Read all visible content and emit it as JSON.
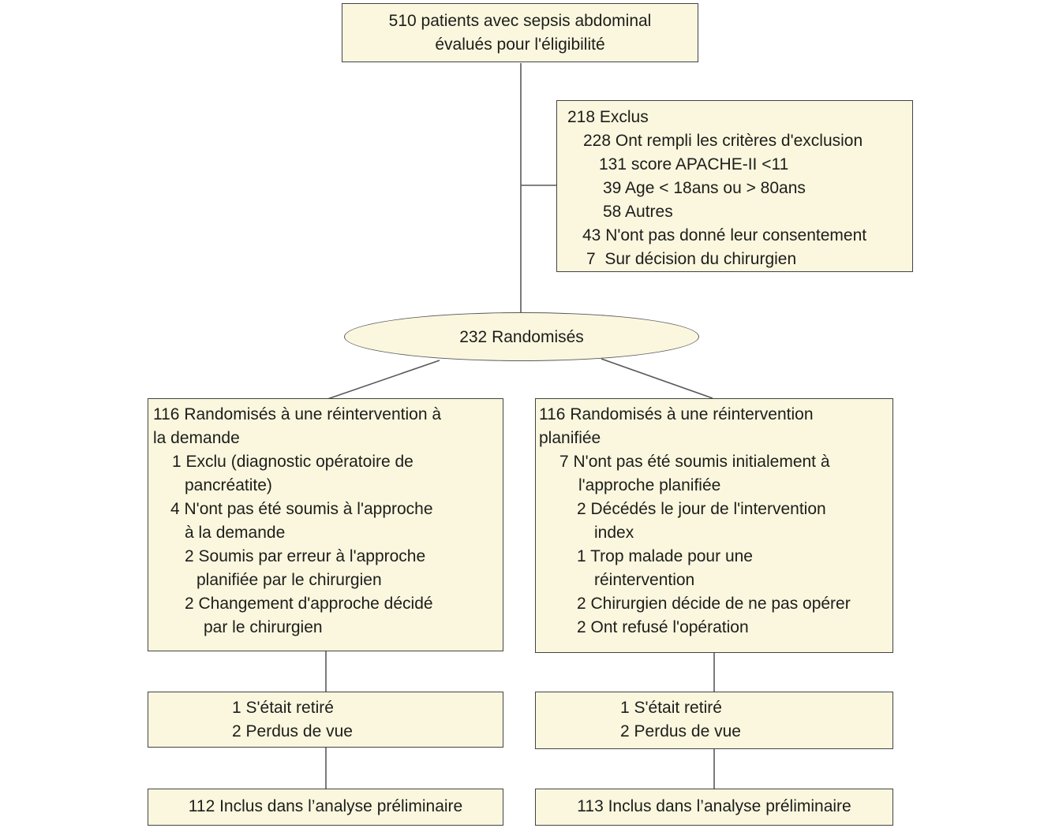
{
  "colors": {
    "background": "#ffffff",
    "box_fill": "#faf7de",
    "box_border": "#434346",
    "connector_line": "#59595c",
    "text": "#1d1d1b"
  },
  "boxes": {
    "eligibility": {
      "lines": [
        "510 patients avec sepsis abdominal",
        "évalués pour l'éligibilité"
      ]
    },
    "exclusion": {
      "lines": [
        "218 Exclus",
        "228 Ont rempli les critères d'exclusion",
        "131 score APACHE-II <11",
        "39 Age < 18ans ou > 80ans",
        "58 Autres",
        "43 N'ont pas donné leur consentement",
        "7  Sur décision du chirurgien"
      ]
    },
    "randomized": {
      "label": "232 Randomisés"
    },
    "on_demand_arm": {
      "lines": [
        "116 Randomisés à une réintervention à",
        "la demande",
        "1 Exclu (diagnostic opératoire de",
        "pancréatite)",
        "4 N'ont pas été soumis à l'approche",
        "à la demande",
        "2 Soumis par erreur à l'approche",
        "planifiée par le chirurgien",
        "2 Changement d'approche décidé",
        "par le chirurgien"
      ]
    },
    "planned_arm": {
      "lines": [
        "116 Randomisés à une réintervention",
        "planifiée",
        "7 N'ont pas été soumis initialement à",
        "l'approche planifiée",
        "2 Décédés le jour de l'intervention",
        "index",
        "1 Trop malade pour une",
        "réintervention",
        "2 Chirurgien décide de ne pas opérer",
        "2 Ont refusé l'opération"
      ]
    },
    "on_demand_withdrawal": {
      "lines": [
        "1 S'était retiré",
        "2 Perdus de vue"
      ]
    },
    "planned_withdrawal": {
      "lines": [
        "1 S'était retiré",
        "2 Perdus de vue"
      ]
    },
    "on_demand_analysis": {
      "label": "112 Inclus dans l’analyse préliminaire"
    },
    "planned_analysis": {
      "label": "113 Inclus dans l’analyse préliminaire"
    }
  }
}
